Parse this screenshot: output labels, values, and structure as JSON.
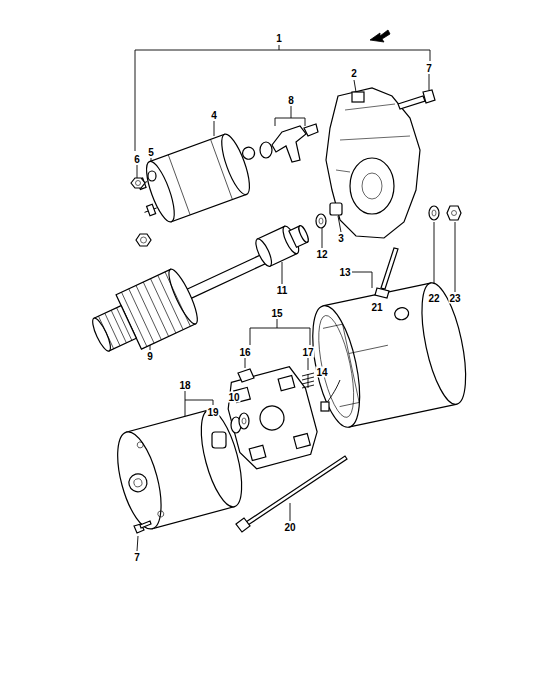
{
  "diagram": {
    "labels": [
      "1",
      "7",
      "2",
      "8",
      "4",
      "6",
      "5",
      "3",
      "12",
      "22",
      "23",
      "11",
      "21",
      "13",
      "9",
      "15",
      "16",
      "17",
      "14",
      "18",
      "19",
      "10",
      "20",
      "7"
    ]
  }
}
